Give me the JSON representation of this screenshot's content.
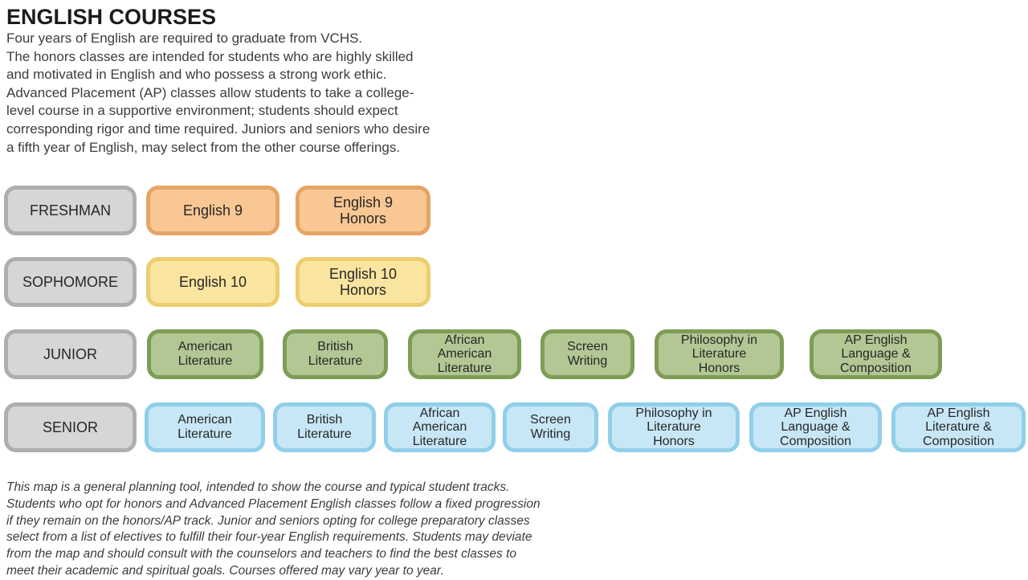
{
  "page": {
    "title": "ENGLISH COURSES",
    "intro": "Four years of English are required to graduate from VCHS.\nThe honors classes are intended for students who are highly skilled\nand motivated in English and who possess a strong work ethic.\nAdvanced Placement (AP) classes allow students to take a college-\nlevel course in a supportive environment; students should expect\ncorresponding rigor and time required. Juniors and seniors who desire\na fifth year of English, may select from the other course offerings.",
    "footnote": "This map is a general planning tool, intended to show the course and typical student tracks.\nStudents who opt for honors and Advanced Placement English classes follow a fixed progression\nif they remain on the honors/AP track. Junior and seniors opting for college preparatory classes\nselect from a list of electives to fulfill their four-year English requirements. Students may deviate\nfrom the map and should consult with the counselors and teachers to find the best classes to\nmeet their academic and spiritual goals. Courses offered may vary year to year."
  },
  "colors": {
    "gray_fill": "#d6d6d8",
    "gray_border": "#aeaeb1",
    "orange_fill": "#f9c793",
    "orange_border": "#e6a565",
    "yellow_fill": "#fae5a0",
    "yellow_border": "#ebce6e",
    "green_fill": "#b3c795",
    "green_border": "#7d9d56",
    "blue_fill": "#c8e7f6",
    "blue_border": "#90cfe9"
  },
  "rows": [
    {
      "label": "FRESHMAN",
      "track_color": "orange",
      "courses": [
        {
          "label": "English 9"
        },
        {
          "label": "English 9\nHonors"
        }
      ]
    },
    {
      "label": "SOPHOMORE",
      "track_color": "yellow",
      "courses": [
        {
          "label": "English 10"
        },
        {
          "label": "English 10\nHonors"
        }
      ]
    },
    {
      "label": "JUNIOR",
      "track_color": "green",
      "courses": [
        {
          "label": "American\nLiterature"
        },
        {
          "label": "British\nLiterature"
        },
        {
          "label": "African\nAmerican\nLiterature"
        },
        {
          "label": "Screen\nWriting"
        },
        {
          "label": "Philosophy in\nLiterature\nHonors"
        },
        {
          "label": "AP English\nLanguage &\nComposition"
        }
      ]
    },
    {
      "label": "SENIOR",
      "track_color": "blue",
      "courses": [
        {
          "label": "American\nLiterature"
        },
        {
          "label": "British\nLiterature"
        },
        {
          "label": "African\nAmerican\nLiterature"
        },
        {
          "label": "Screen\nWriting"
        },
        {
          "label": "Philosophy in\nLiterature\nHonors"
        },
        {
          "label": "AP English\nLanguage &\nComposition"
        },
        {
          "label": "AP English\nLiterature &\nComposition"
        }
      ]
    }
  ]
}
